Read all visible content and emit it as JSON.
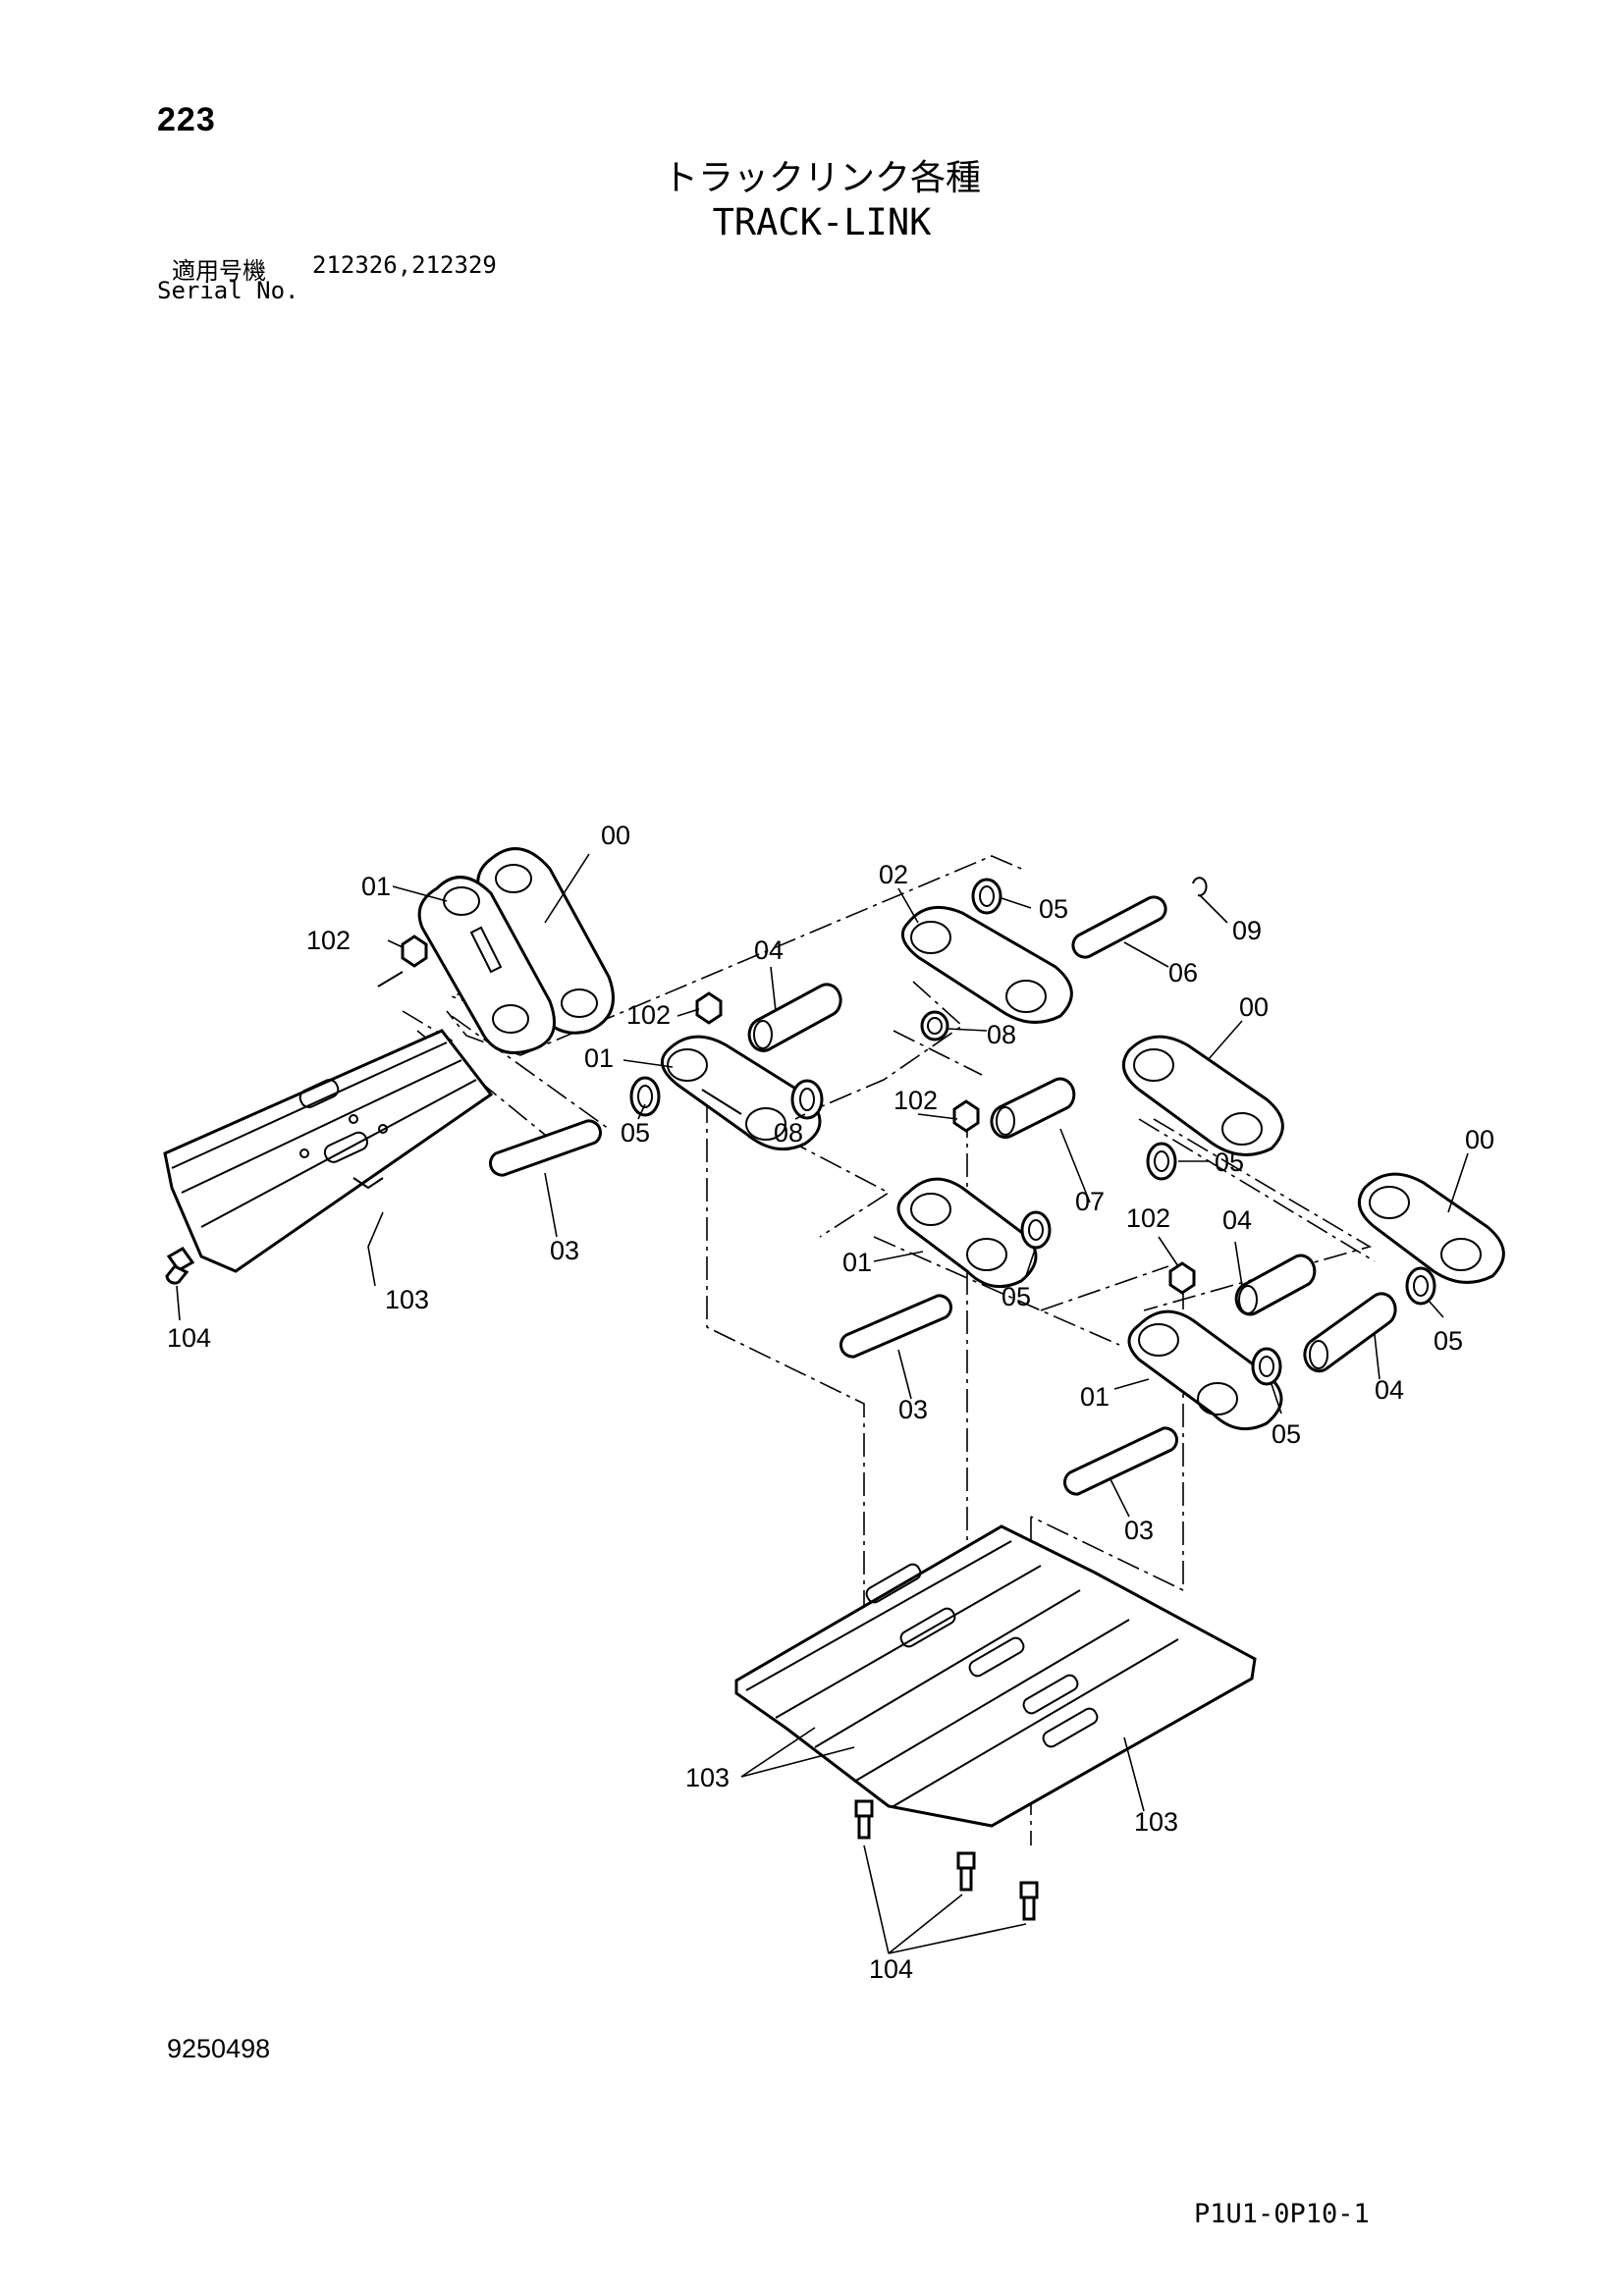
{
  "header": {
    "page_number": "223",
    "title_jp": "トラックリンク各種",
    "title_en": "TRACK-LINK",
    "serial_label_jp": "適用号機",
    "serial_values": "212326,212329",
    "serial_label_en": "Serial No."
  },
  "footer": {
    "drawing_number": "9250498",
    "page_code": "P1U1-0P10-1"
  },
  "callouts": {
    "c00a": "00",
    "c01a": "01",
    "c102a": "102",
    "c103a": "103",
    "c104a": "104",
    "c03a": "03",
    "c05a": "05",
    "c02": "02",
    "c05b": "05",
    "c09": "09",
    "c06": "06",
    "c04a": "04",
    "c102b": "102",
    "c01b": "01",
    "c08a": "08",
    "c08b": "08",
    "c00b": "00",
    "c102c": "102",
    "c05c": "05",
    "c07": "07",
    "c01c": "01",
    "c05d": "05",
    "c03b": "03",
    "c102d": "102",
    "c04b": "04",
    "c00c": "00",
    "c05e": "05",
    "c01d": "01",
    "c04c": "04",
    "c05f": "05",
    "c03c": "03",
    "c103b": "103",
    "c103c": "103",
    "c104b": "104"
  }
}
